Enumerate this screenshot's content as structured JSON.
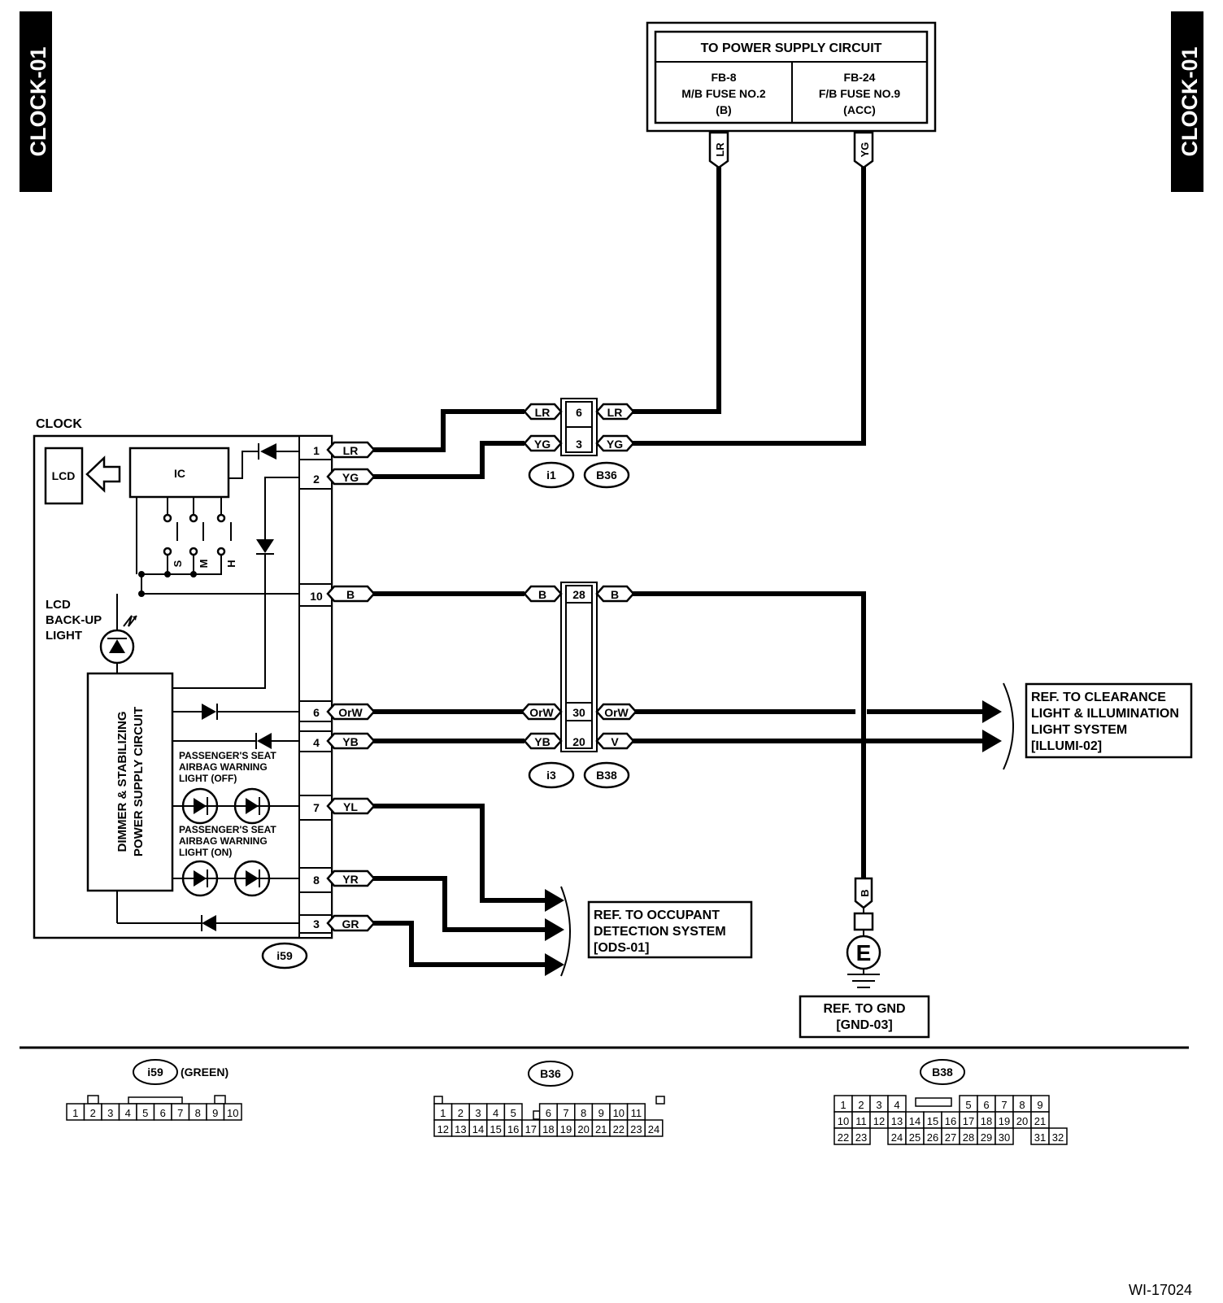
{
  "side_tabs": {
    "left": "CLOCK-01",
    "right": "CLOCK-01"
  },
  "power_supply": {
    "title": "TO POWER SUPPLY CIRCUIT",
    "left": {
      "line1": "FB-8",
      "line2": "M/B FUSE NO.2",
      "line3": "(B)",
      "wire": "LR"
    },
    "right": {
      "line1": "FB-24",
      "line2": "F/B FUSE NO.9",
      "line3": "(ACC)",
      "wire": "YG"
    }
  },
  "clock": {
    "title": "CLOCK",
    "lcd": "LCD",
    "ic": "IC",
    "switches": [
      "S",
      "M",
      "H"
    ],
    "backup_light": [
      "LCD",
      "BACK-UP",
      "LIGHT"
    ],
    "dimmer": [
      "DIMMER & STABILIZING",
      "POWER SUPPLY CIRCUIT"
    ],
    "airbag_off": [
      "PASSENGER'S SEAT",
      "AIRBAG WARNING",
      "LIGHT (OFF)"
    ],
    "airbag_on": [
      "PASSENGER'S SEAT",
      "AIRBAG WARNING",
      "LIGHT (ON)"
    ],
    "connector": "i59"
  },
  "pins": [
    {
      "pin": "1",
      "wire": "LR"
    },
    {
      "pin": "2",
      "wire": "YG"
    },
    {
      "pin": "10",
      "wire": "B"
    },
    {
      "pin": "6",
      "wire": "OrW"
    },
    {
      "pin": "4",
      "wire": "YB"
    },
    {
      "pin": "7",
      "wire": "YL"
    },
    {
      "pin": "8",
      "wire": "YR"
    },
    {
      "pin": "3",
      "wire": "GR"
    }
  ],
  "joint_top": {
    "rows": [
      {
        "in": "LR",
        "pin": "6",
        "out": "LR"
      },
      {
        "in": "YG",
        "pin": "3",
        "out": "YG"
      }
    ],
    "labels": [
      "i1",
      "B36"
    ]
  },
  "joint_mid": {
    "rows": [
      {
        "in": "B",
        "pin": "28",
        "out": "B"
      },
      {
        "in": "OrW",
        "pin": "30",
        "out": "OrW"
      },
      {
        "in": "YB",
        "pin": "20",
        "out": "V"
      }
    ],
    "labels": [
      "i3",
      "B38"
    ]
  },
  "ref_illumination": [
    "REF. TO CLEARANCE",
    "LIGHT & ILLUMINATION",
    "LIGHT SYSTEM",
    "[ILLUMI-02]"
  ],
  "ref_occupant": [
    "REF. TO OCCUPANT",
    "DETECTION SYSTEM",
    "[ODS-01]"
  ],
  "ground": {
    "wire": "B",
    "symbol": "E",
    "ref": [
      "REF. TO GND",
      "[GND-03]"
    ]
  },
  "connector_i59": {
    "name": "i59",
    "color": "(GREEN)",
    "row": [
      "1",
      "2",
      "3",
      "4",
      "5",
      "6",
      "7",
      "8",
      "9",
      "10"
    ]
  },
  "connector_b36": {
    "name": "B36",
    "row1": [
      "1",
      "2",
      "3",
      "4",
      "5",
      "",
      "6",
      "7",
      "8",
      "9",
      "10",
      "11"
    ],
    "row2": [
      "12",
      "13",
      "14",
      "15",
      "16",
      "17",
      "18",
      "19",
      "20",
      "21",
      "22",
      "23",
      "24"
    ]
  },
  "connector_b38": {
    "name": "B38",
    "row1": [
      "1",
      "2",
      "3",
      "4",
      "",
      "",
      "",
      "5",
      "6",
      "7",
      "8",
      "9"
    ],
    "row2": [
      "10",
      "11",
      "12",
      "13",
      "14",
      "15",
      "16",
      "17",
      "18",
      "19",
      "20",
      "21"
    ],
    "row3": [
      "22",
      "23",
      "",
      "24",
      "25",
      "26",
      "27",
      "28",
      "29",
      "30",
      "",
      "31",
      "32"
    ]
  },
  "figure_id": "WI-17024"
}
